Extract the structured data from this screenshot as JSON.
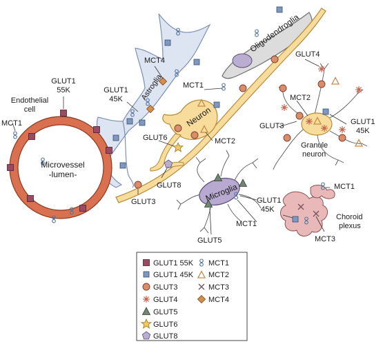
{
  "colors": {
    "glut1_55k": "#9b4a63",
    "glut1_45k": "#7f98bf",
    "glut3": "#d98d6a",
    "glut4": "#c86b52",
    "glut5": "#6f8670",
    "glut6": "#f4c95d",
    "glut8": "#b9aed0",
    "mct1": "#8aa6c9",
    "mct2": "#d8a870",
    "mct3": "#7a5560",
    "mct4": "#d98d4a",
    "vessel": "#d9704f",
    "astroglia": "#dde5f2",
    "neuron": "#f8dc9b",
    "oligodendroglia": "#dcdcdc",
    "microglia": "#b7a9cf",
    "choroid": "#e9b8b8"
  },
  "cells": {
    "vessel_lumen": [
      "Microvessel",
      "-lumen-"
    ],
    "endothelial": [
      "Endothelial",
      "cell"
    ],
    "astroglia": "Astroglia",
    "neuron": "Neuron",
    "oligodendroglia": "Oligodendroglia",
    "microglia": "Microglia",
    "granule": [
      "Granule",
      "neuron"
    ],
    "choroid": [
      "Choroid",
      "plexus"
    ]
  },
  "labels": {
    "glut1_55k": [
      "GLUT1",
      "55K"
    ],
    "mct1_endo": "MCT1",
    "glut1_45k_astro": [
      "GLUT1",
      "45K"
    ],
    "mct4": "MCT4",
    "mct1_axon": "MCT1",
    "glut6": "GLUT6",
    "mct2": "MCT2",
    "glut8": "GLUT8",
    "glut3_axon": "GLUT3",
    "glut4": "GLUT4",
    "mct2_granule": "MCT2",
    "glut3_granule": "GLUT3",
    "glut1_45k_granule": [
      "GLUT1",
      "45K"
    ],
    "glut1_45k_micro": [
      "GLUT1",
      "45K"
    ],
    "mct1_micro": "MCT1",
    "glut5": "GLUT5",
    "mct1_choroid": "MCT1",
    "mct3": "MCT3"
  },
  "legend": {
    "left": [
      "GLUT1 55K",
      "GLUT1 45K",
      "GLUT3",
      "GLUT4",
      "GLUT5",
      "GLUT6",
      "GLUT8"
    ],
    "right": [
      "MCT1",
      "MCT2",
      "MCT3",
      "MCT4"
    ]
  }
}
